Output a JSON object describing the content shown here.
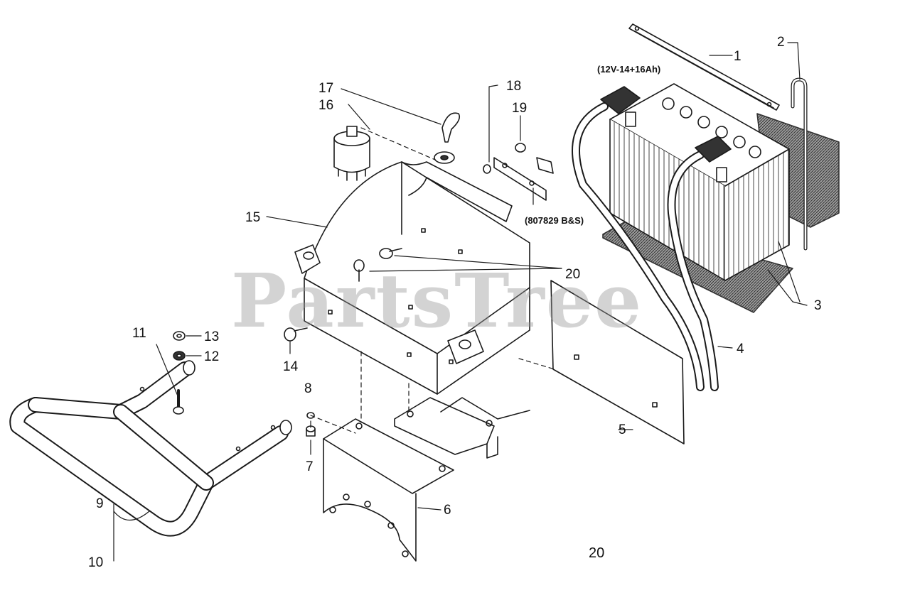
{
  "watermark": "PartsTree",
  "page_number": "20",
  "notes": {
    "battery_spec": "(12V-14+16Ah)",
    "bracket_ref": "(807829 B&S)"
  },
  "callouts": {
    "c1": "1",
    "c2": "2",
    "c3": "3",
    "c4": "4",
    "c5": "5",
    "c6": "6",
    "c7": "7",
    "c8": "8",
    "c9": "9",
    "c10": "10",
    "c11": "11",
    "c12": "12",
    "c13": "13",
    "c14": "14",
    "c15": "15",
    "c16": "16",
    "c17": "17",
    "c18": "18",
    "c19": "19",
    "c20": "20"
  },
  "colors": {
    "line": "#1a1a1a",
    "hatch": "#555555",
    "watermark": "#969696"
  }
}
